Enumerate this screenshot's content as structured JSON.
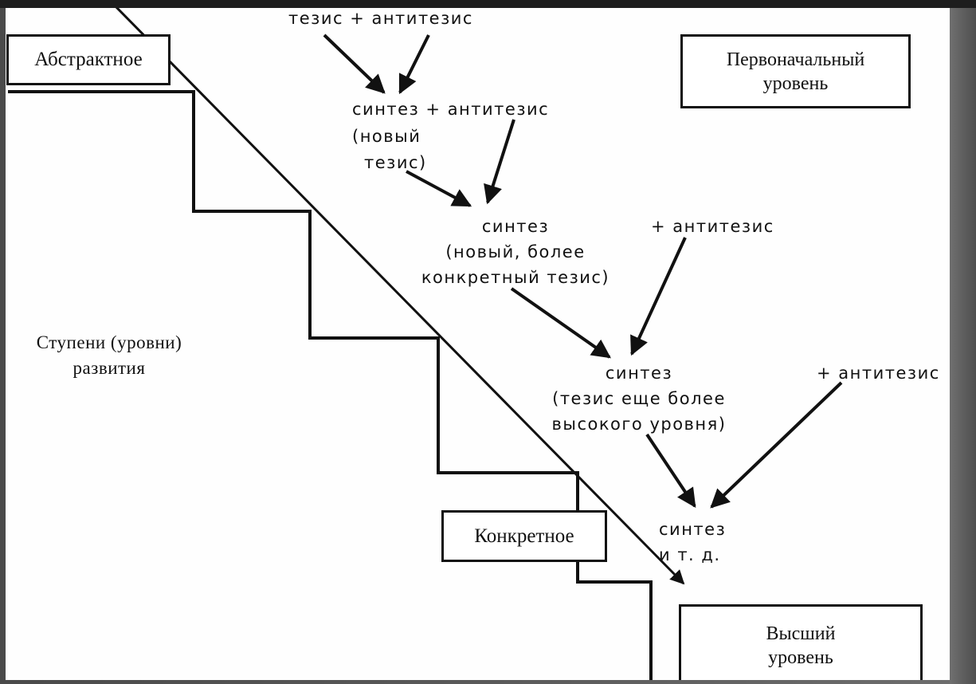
{
  "diagram": {
    "boxes": {
      "abstract": "Абстрактное",
      "initial_level": [
        "Первоначальный",
        "уровень"
      ],
      "concrete": "Конкретное",
      "highest_level": [
        "Высший",
        "уровень"
      ]
    },
    "side_label": [
      "Ступени (уровни)",
      "развития"
    ],
    "steps": [
      {
        "id": "step1",
        "lines": [
          "тезис + антитезис"
        ]
      },
      {
        "id": "step2",
        "lines": [
          "синтез + антитезис",
          "(новый",
          "тезис)"
        ]
      },
      {
        "id": "step3",
        "lines": [
          "синтез",
          "(новый, более",
          "конкретный тезис)"
        ],
        "antithesis": "+ антитезис"
      },
      {
        "id": "step4",
        "lines": [
          "синтез",
          "(тезис еще более",
          "высокого уровня)"
        ],
        "antithesis": "+ антитезис"
      },
      {
        "id": "step5",
        "lines": [
          "синтез",
          "и т. д."
        ]
      }
    ],
    "colors": {
      "ink": "#111111",
      "paper": "#fefefe",
      "frame": "#4a4a4a"
    }
  }
}
